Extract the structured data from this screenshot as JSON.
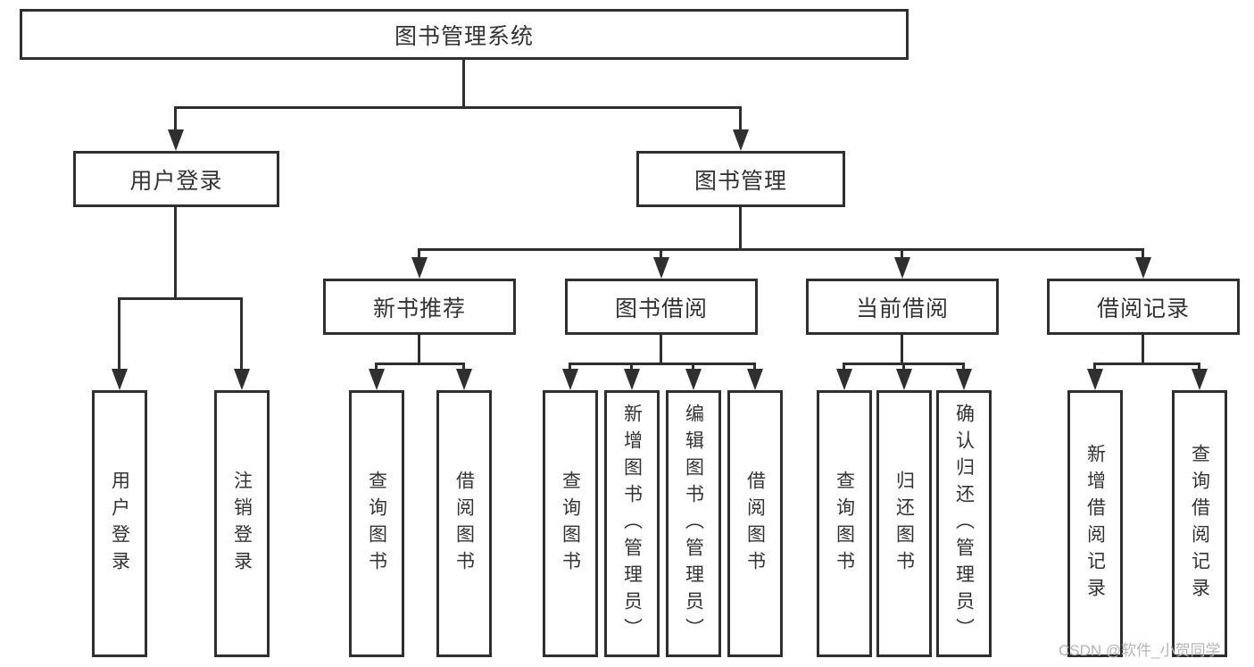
{
  "root": {
    "label": "图书管理系统"
  },
  "user_branch": {
    "label": "用户登录",
    "leaves": [
      "用户登录",
      "注销登录"
    ]
  },
  "book_branch": {
    "label": "图书管理",
    "groups": [
      {
        "label": "新书推荐",
        "leaves": [
          "查询图书",
          "借阅图书"
        ]
      },
      {
        "label": "图书借阅",
        "leaves": [
          "查询图书",
          "新增图书（管理员）",
          "编辑图书（管理员）",
          "借阅图书"
        ]
      },
      {
        "label": "当前借阅",
        "leaves": [
          "查询图书",
          "归还图书",
          "确认归还（管理员）"
        ]
      },
      {
        "label": "借阅记录",
        "leaves": [
          "新增借阅记录",
          "查询借阅记录"
        ]
      }
    ]
  },
  "watermark": "CSDN @软件_小贺同学",
  "colors": {
    "line": "#2f2f2f",
    "box_border": "#2f2f2f",
    "box_background": "#ffffff",
    "text": "#333333",
    "watermark": "#b5b5b5",
    "page_background": "#ffffff"
  }
}
